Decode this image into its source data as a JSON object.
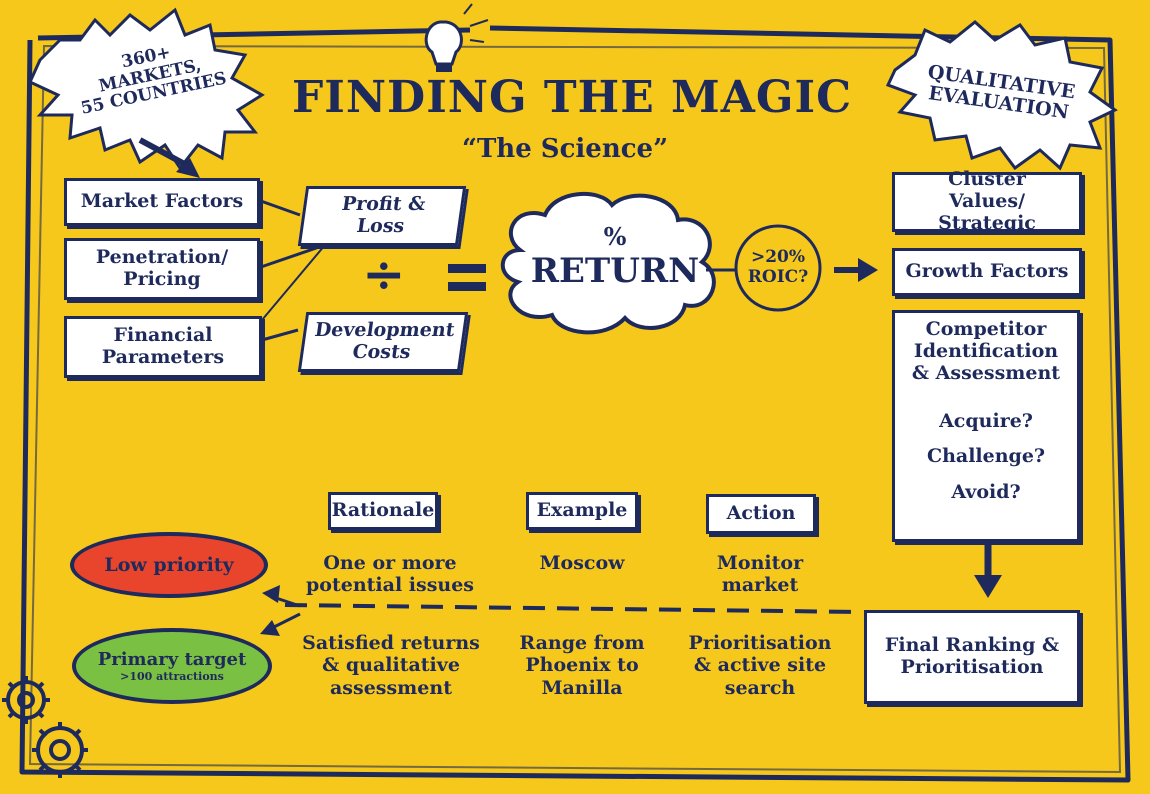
{
  "title": "FINDING THE MAGIC",
  "subtitle": "“The Science”",
  "markets_burst": {
    "line1": "360+",
    "line2": "MARKETS,",
    "line3": "55 COUNTRIES"
  },
  "qual_burst": {
    "line1": "QUALITATIVE",
    "line2": "EVALUATION"
  },
  "left_boxes": [
    "Market Factors",
    "Penetration/ Pricing",
    "Financial Parameters"
  ],
  "profit_loss": "Profit & Loss",
  "divide_symbol": "÷",
  "development_costs": "Development Costs",
  "equals_symbol": "=",
  "return_cloud": {
    "percent": "%",
    "label": "RETURN"
  },
  "roic_bubble": {
    "line1": ">20%",
    "line2": "ROIC?"
  },
  "right_boxes": {
    "cluster": "Cluster Values/ Strategic",
    "growth": "Growth Factors",
    "competitor_heading": "Competitor Identification & Assessment",
    "questions": [
      "Acquire?",
      "Challenge?",
      "Avoid?"
    ],
    "final": "Final Ranking & Prioritisation"
  },
  "table_headers": [
    "Rationale",
    "Example",
    "Action"
  ],
  "low_priority": {
    "label": "Low priority",
    "rationale": "One or more potential issues",
    "example": "Moscow",
    "action": "Monitor market"
  },
  "primary_target": {
    "label": "Primary target",
    "sublabel": ">100 attractions",
    "rationale": "Satisfied returns & qualitative assessment",
    "example": "Range from Phoenix to Manilla",
    "action": "Prioritisation & active site search"
  },
  "colors": {
    "background": "#f6c81b",
    "ink": "#1f2a5c",
    "low_priority": "#e8452c",
    "primary_target": "#7ac043"
  },
  "icons": [
    "lightbulb-icon",
    "gears-icon",
    "arrow-icon"
  ]
}
